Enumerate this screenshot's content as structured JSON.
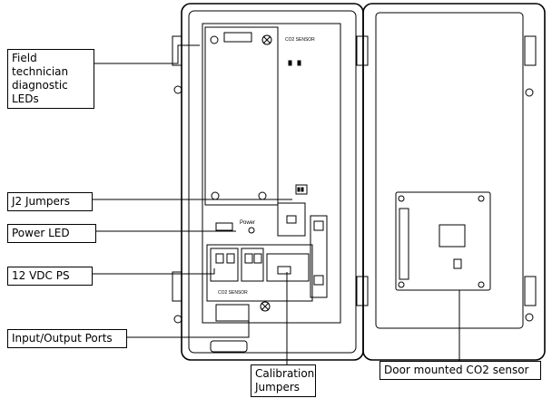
{
  "callouts": {
    "field_leds": "Field technician diagnostic LEDs",
    "j2_jumpers": "J2 Jumpers",
    "power_led": "Power LED",
    "ps_12vdc": "12 VDC PS",
    "io_ports": "Input/Output Ports",
    "calibration_jumpers": "Calibration Jumpers",
    "door_sensor": "Door mounted CO2 sensor"
  },
  "board_text": {
    "co2_sensor_title": "CO2 SENSOR",
    "power": "Power",
    "co2_sensor_bottom": "CO2 SENSOR"
  }
}
